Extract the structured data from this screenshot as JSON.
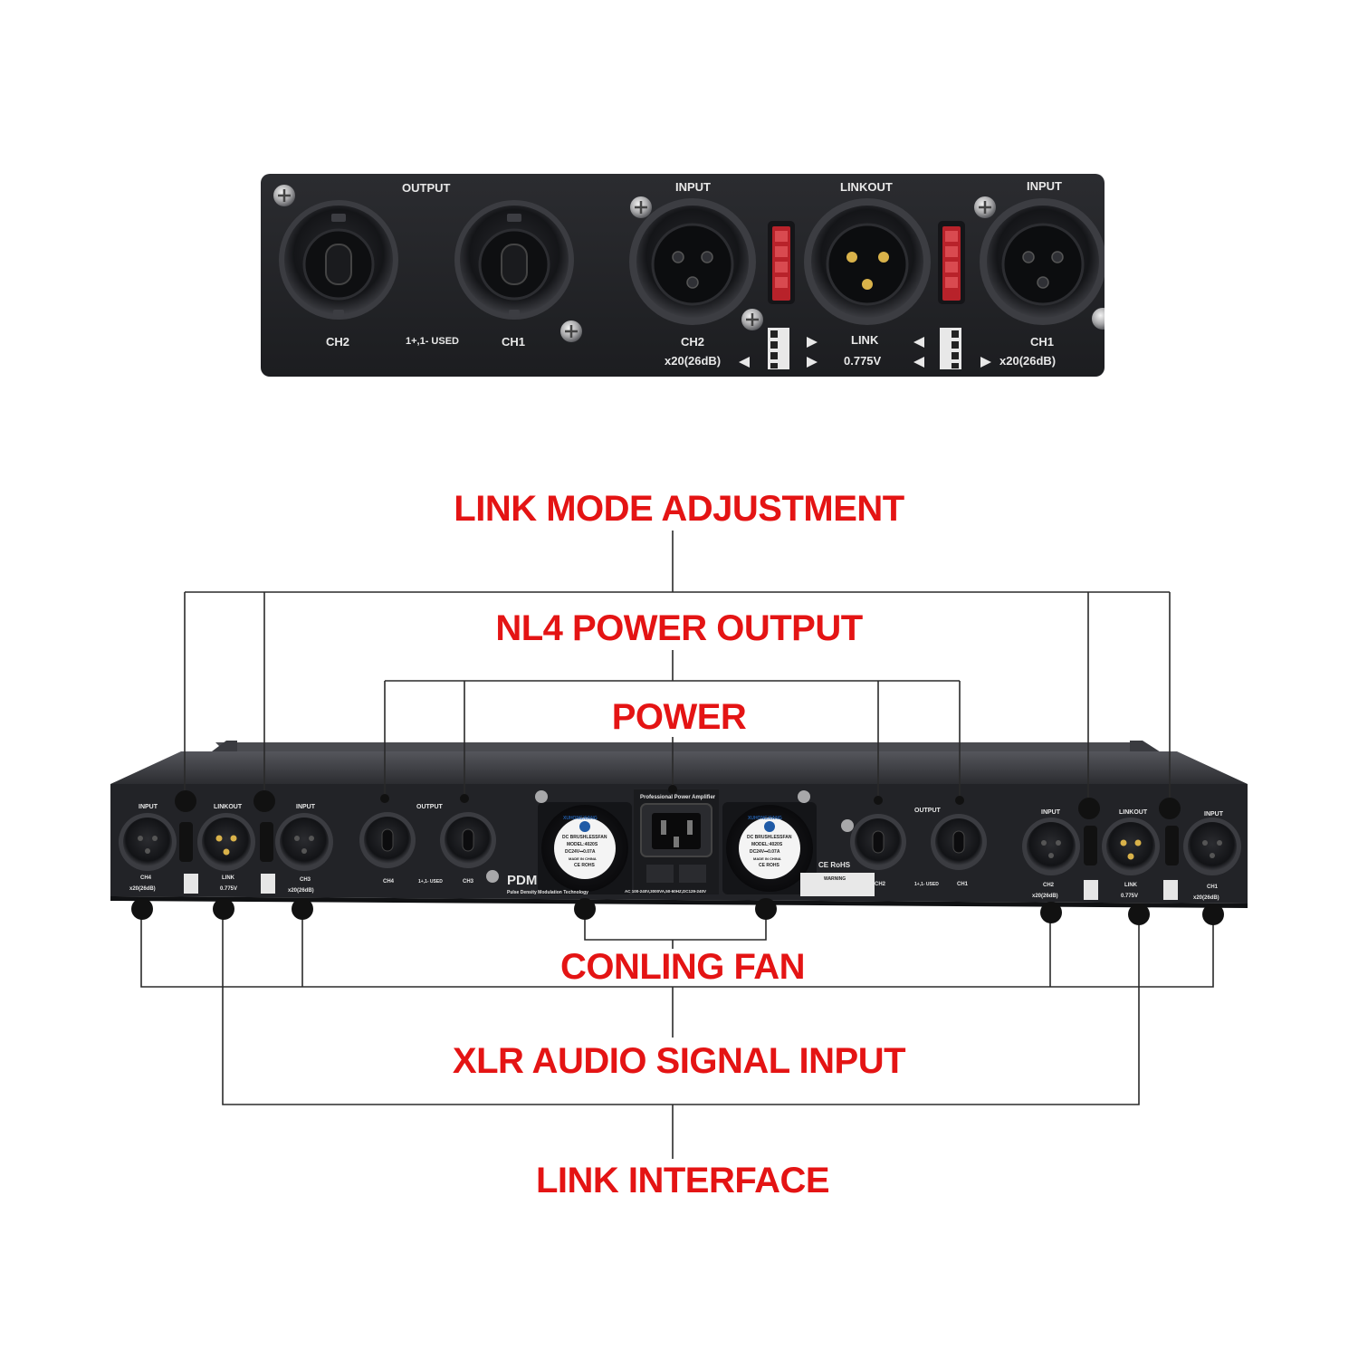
{
  "top_panel": {
    "output_label": "OUTPUT",
    "ch2_out": "CH2",
    "used_note": "1+,1- USED",
    "ch1_out": "CH1",
    "input_left_label": "INPUT",
    "ch2_in": "CH2",
    "ch2_gain": "x20(26dB)",
    "linkout_label": "LINKOUT",
    "link_label": "LINK",
    "link_level": "0.775V",
    "input_right_label": "INPUT",
    "ch1_in": "CH1",
    "ch1_gain": "x20(26dB)"
  },
  "rear_panel": {
    "input_ch4": "INPUT",
    "linkout_left": "LINKOUT",
    "input_ch3": "INPUT",
    "output_left": "OUTPUT",
    "ch4_label": "CH4",
    "ch4_gain": "x20(26dB)",
    "link_left": "LINK",
    "link_left_level": "0.775V",
    "ch3_label": "CH3",
    "ch3_gain": "x20(26dB)",
    "ch4_out": "CH4",
    "used_left": "1+,1- USED",
    "ch3_out": "CH3",
    "brand": "PDM",
    "brand_sub": "Pulse Density Modulation Technology",
    "amp_title": "Professional Power Amplifier",
    "power_spec": "AC 100-240V,3000VA,50-60HZ,DC129-240V",
    "fan_brand": "XUHONGXIANG",
    "fan_line1": "DC BRUSHLESSFAN",
    "fan_model": "MODEL:4020S",
    "fan_rating": "DC24V⎓0.07A",
    "fan_made": "MADE IN CHINA",
    "fan_marks": "CE ROHS",
    "cert_marks": "CE RoHS",
    "warning": "WARNING",
    "output_right": "OUTPUT",
    "ch2_out": "CH2",
    "used_right": "1+,1- USED",
    "ch1_out": "CH1",
    "input_ch2": "INPUT",
    "linkout_right": "LINKOUT",
    "input_ch1": "INPUT",
    "ch2_label": "CH2",
    "ch2_gain": "x20(26dB)",
    "link_right": "LINK",
    "link_right_level": "0.775V",
    "ch1_label": "CH1",
    "ch1_gain": "x20(26dB)"
  },
  "callouts": {
    "link_mode": "LINK MODE ADJUSTMENT",
    "nl4_output": "NL4 POWER OUTPUT",
    "power": "POWER",
    "cooling_fan": "CONLING FAN",
    "xlr_input": "XLR AUDIO SIGNAL INPUT",
    "link_interface": "LINK INTERFACE"
  },
  "colors": {
    "callout_red": "#e41414",
    "panel_black": "#1f2023",
    "dip_red": "#b8222a"
  }
}
